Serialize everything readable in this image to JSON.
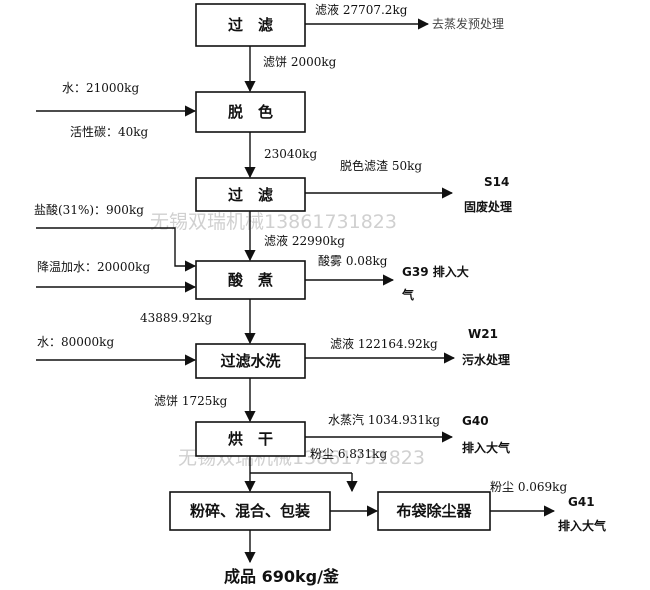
{
  "boxes": {
    "filter1": "过　滤",
    "decolor": "脱　色",
    "filter2": "过　滤",
    "acid_boil": "酸　煮",
    "filter_wash": "过滤水洗",
    "dry": "烘　干",
    "crush_mix_pack": "粉碎、混合、包装",
    "bag_dust": "布袋除尘器"
  },
  "labels": {
    "filtrate1": "滤液 27707.2kg",
    "evap": "去蒸发预处理",
    "cake1": "滤饼 2000kg",
    "water1": "水：21000kg",
    "carbon": "活性碳：40kg",
    "flow1": "23040kg",
    "residue": "脱色滤渣 50kg",
    "s14": "S14",
    "s14_desc": "固废处理",
    "hcl": "盐酸(31%)：900kg",
    "filtrate2": "滤液 22990kg",
    "cool_water": "降温加水：20000kg",
    "acid_mist": "酸雾 0.08kg",
    "g39": "G39 排入大",
    "g39_cont": "气",
    "flow2": "43889.92kg",
    "water2": "水：80000kg",
    "filtrate3": "滤液 122164.92kg",
    "w21": "W21",
    "w21_desc": "污水处理",
    "cake2": "滤饼 1725kg",
    "steam": "水蒸汽 1034.931kg",
    "g40": "G40",
    "g40_desc": "排入大气",
    "dust1": "粉尘 6.831kg",
    "dust2": "粉尘 0.069kg",
    "g41": "G41",
    "g41_desc": "排入大气",
    "product": "成品 690kg/釜"
  },
  "watermark": {
    "text1": "无锡双瑞机械13861731823",
    "text2": "无锡双瑞机械13861731823"
  }
}
